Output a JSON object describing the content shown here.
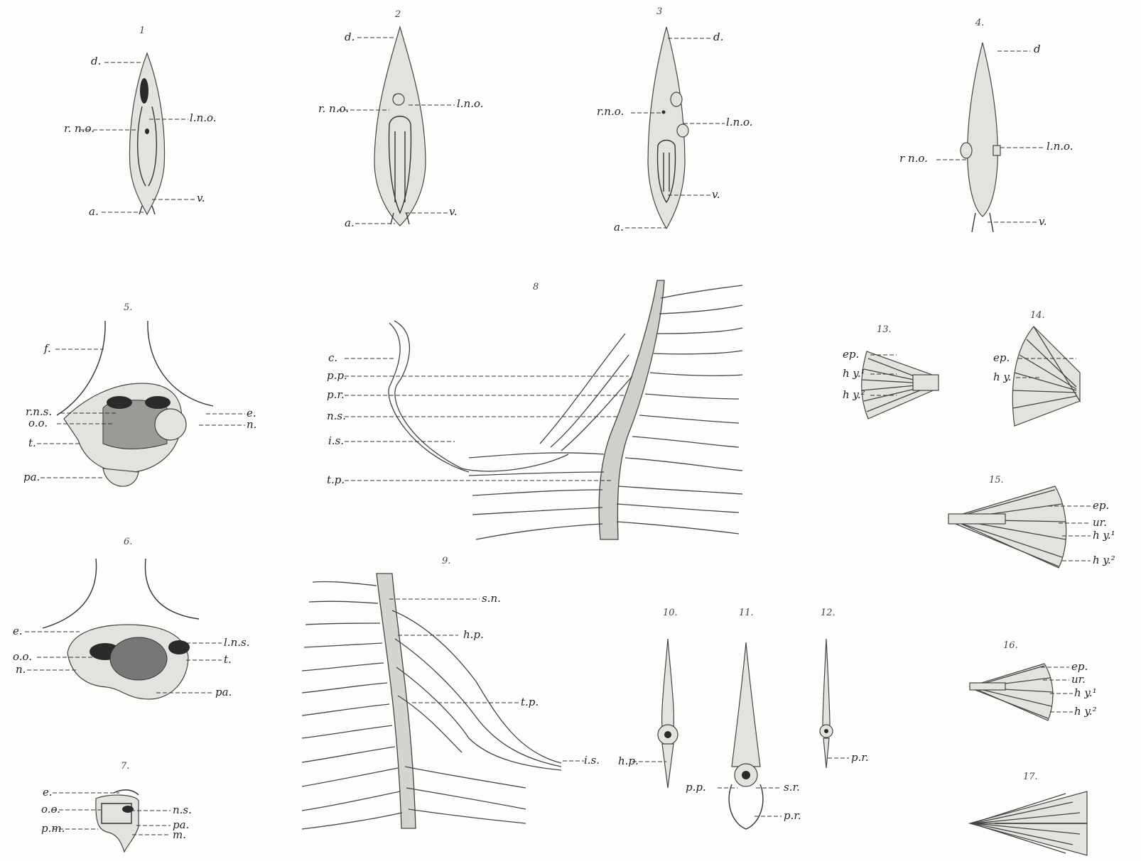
{
  "figures": [
    {
      "number": "1",
      "labels": {
        "d": "d.",
        "rno": "r. n.o.",
        "lno": "l.n.o.",
        "v": "v.",
        "a": "a."
      }
    },
    {
      "number": "2",
      "labels": {
        "d": "d.",
        "rno": "r. n.o.",
        "lno": "l.n.o.",
        "a": "a.",
        "v": "v."
      }
    },
    {
      "number": "3",
      "labels": {
        "d": "d.",
        "rno": "r.n.o.",
        "lno": "l.n.o.",
        "v": "v.",
        "a": "a."
      }
    },
    {
      "number": "4.",
      "labels": {
        "d": "d",
        "rno": "r n.o.",
        "lno": "l.n.o.",
        "v": "v."
      }
    },
    {
      "number": "5.",
      "labels": {
        "f": "f.",
        "rns": "r.n.s.",
        "oo": "o.o.",
        "e": "e.",
        "n": "n.",
        "t": "t.",
        "pa": "pa."
      }
    },
    {
      "number": "6.",
      "labels": {
        "e": "e.",
        "oo": "o.o.",
        "n": "n.",
        "lns": "l.n.s.",
        "t": "t.",
        "pa": "pa."
      }
    },
    {
      "number": "7.",
      "labels": {
        "e": "e.",
        "oo": "o.o.",
        "pm": "p.m.",
        "ns": "n.s.",
        "pa": "pa.",
        "m": "m."
      }
    },
    {
      "number": "8",
      "labels": {
        "c": "c.",
        "pp": "p.p.",
        "pr": "p.r.",
        "ns": "n.s.",
        "is": "i.s.",
        "tp": "t.p."
      }
    },
    {
      "number": "9.",
      "labels": {
        "sn": "s.n.",
        "hp": "h.p.",
        "tp": "t.p.",
        "is": "i.s."
      }
    },
    {
      "number": "10.",
      "labels": {
        "hp": "h.p."
      }
    },
    {
      "number": "11.",
      "labels": {
        "pp": "p.p.",
        "sr": "s.r.",
        "pr": "p.r."
      }
    },
    {
      "number": "12.",
      "labels": {
        "pr": "p.r."
      }
    },
    {
      "number": "13.",
      "labels": {
        "ep": "ep.",
        "hy1": "h y.¹",
        "hy2": "h y.²"
      }
    },
    {
      "number": "14.",
      "labels": {
        "ep": "ep.",
        "hy": "h y."
      }
    },
    {
      "number": "15.",
      "labels": {
        "ep": "ep.",
        "ur": "ur.",
        "hy1": "h y.¹",
        "hy2": "h y.²"
      }
    },
    {
      "number": "16.",
      "labels": {
        "ep": "ep.",
        "ur": "ur.",
        "hy1": "h y.¹",
        "hy2": "h y.²"
      }
    },
    {
      "number": "17.",
      "labels": {}
    }
  ]
}
